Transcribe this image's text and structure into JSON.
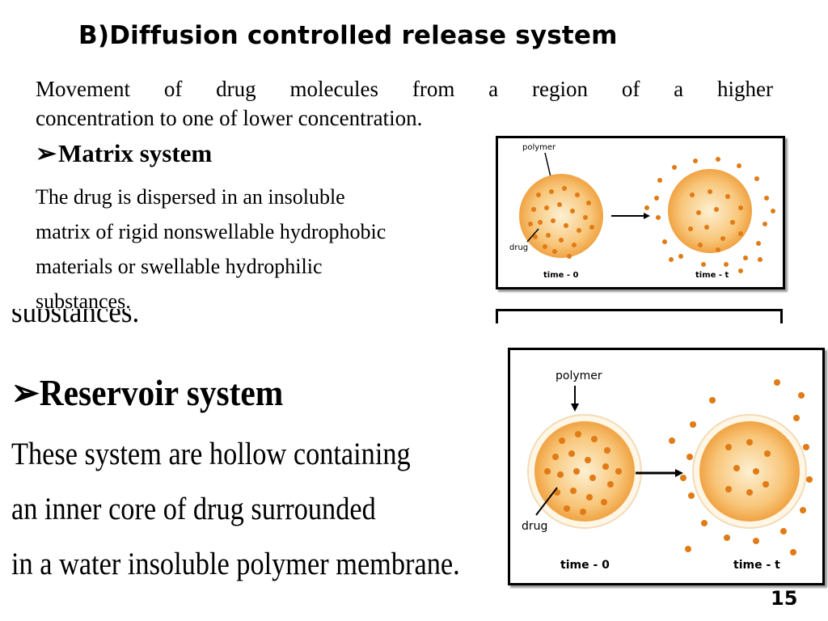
{
  "slide": {
    "title": "B)Diffusion controlled release system",
    "intro_line1": "Movement of drug molecules from a region of a higher",
    "intro_line2": "concentration to one of lower concentration.",
    "bullet_glyph": "➢",
    "matrix": {
      "heading": "Matrix system",
      "desc_lines": [
        "The drug is dispersed in an  insoluble",
        "matrix of rigid nonswellable hydrophobic",
        "materials or swellable hydrophilic",
        "substances."
      ],
      "figure": {
        "polymer_label": "polymer",
        "drug_label": "drug",
        "time0_label": "time - 0",
        "timet_label": "time - t"
      }
    },
    "overlay": {
      "substances_cut": "substances.",
      "reservoir_heading": "Reservoir system",
      "reservoir_desc_lines": [
        "These system are hollow containing",
        "an inner core of drug surrounded",
        "in a water insoluble polymer membrane."
      ],
      "figure": {
        "polymer_label": "polymer",
        "drug_label": "drug",
        "time0_label": "time - 0",
        "timet_label": "time - t"
      }
    },
    "page_number": "15",
    "colors": {
      "sphere_inner": "#fbe2b0",
      "sphere_outer": "#f2a64a",
      "drug_dot": "#e07b15",
      "membrane": "#fff3df"
    }
  }
}
